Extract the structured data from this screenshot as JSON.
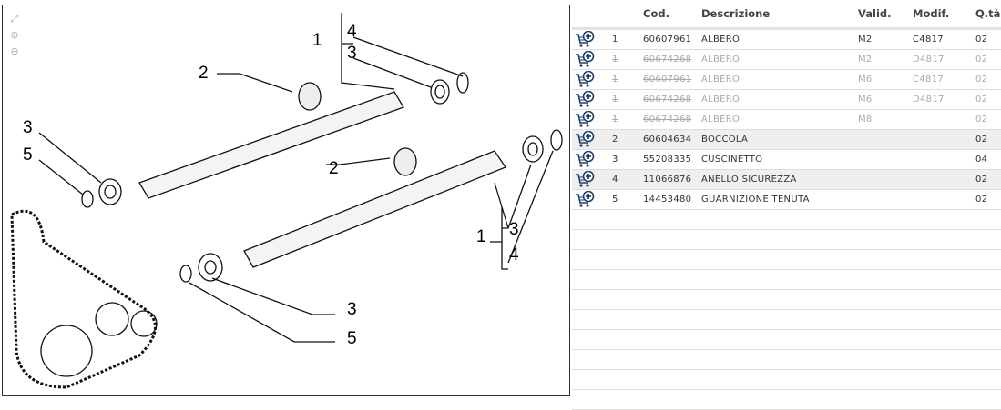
{
  "diagram": {
    "tools": [
      {
        "name": "fit-icon",
        "glyph": "⤢"
      },
      {
        "name": "zoom-in-icon",
        "glyph": "⊕"
      },
      {
        "name": "zoom-out-icon",
        "glyph": "⊖"
      }
    ],
    "callouts": [
      "1",
      "4",
      "3",
      "2",
      "3",
      "5",
      "2",
      "1",
      "3",
      "4",
      "3",
      "5"
    ]
  },
  "table": {
    "headers": {
      "cod": "Cod.",
      "desc": "Descrizione",
      "valid": "Valid.",
      "modif": "Modif.",
      "qta": "Q.tà"
    },
    "rows": [
      {
        "pos": "1",
        "cod": "60607961",
        "desc": "ALBERO",
        "valid": "M2",
        "modif": "C4817",
        "qta": "02",
        "old": false,
        "alt": false
      },
      {
        "pos": "1",
        "cod": "60674268",
        "desc": "ALBERO",
        "valid": "M2",
        "modif": "D4817",
        "qta": "02",
        "old": true,
        "alt": false
      },
      {
        "pos": "1",
        "cod": "60607961",
        "desc": "ALBERO",
        "valid": "M6",
        "modif": "C4817",
        "qta": "02",
        "old": true,
        "alt": false
      },
      {
        "pos": "1",
        "cod": "60674268",
        "desc": "ALBERO",
        "valid": "M6",
        "modif": "D4817",
        "qta": "02",
        "old": true,
        "alt": false
      },
      {
        "pos": "1",
        "cod": "60674268",
        "desc": "ALBERO",
        "valid": "M8",
        "modif": "",
        "qta": "02",
        "old": true,
        "alt": false
      },
      {
        "pos": "2",
        "cod": "60604634",
        "desc": "BOCCOLA",
        "valid": "",
        "modif": "",
        "qta": "02",
        "old": false,
        "alt": true
      },
      {
        "pos": "3",
        "cod": "55208335",
        "desc": "CUSCINETTO",
        "valid": "",
        "modif": "",
        "qta": "04",
        "old": false,
        "alt": false
      },
      {
        "pos": "4",
        "cod": "11066876",
        "desc": "ANELLO SICUREZZA",
        "valid": "",
        "modif": "",
        "qta": "02",
        "old": false,
        "alt": true
      },
      {
        "pos": "5",
        "cod": "14453480",
        "desc": "GUARNIZIONE TENUTA",
        "valid": "",
        "modif": "",
        "qta": "02",
        "old": false,
        "alt": false
      }
    ]
  }
}
